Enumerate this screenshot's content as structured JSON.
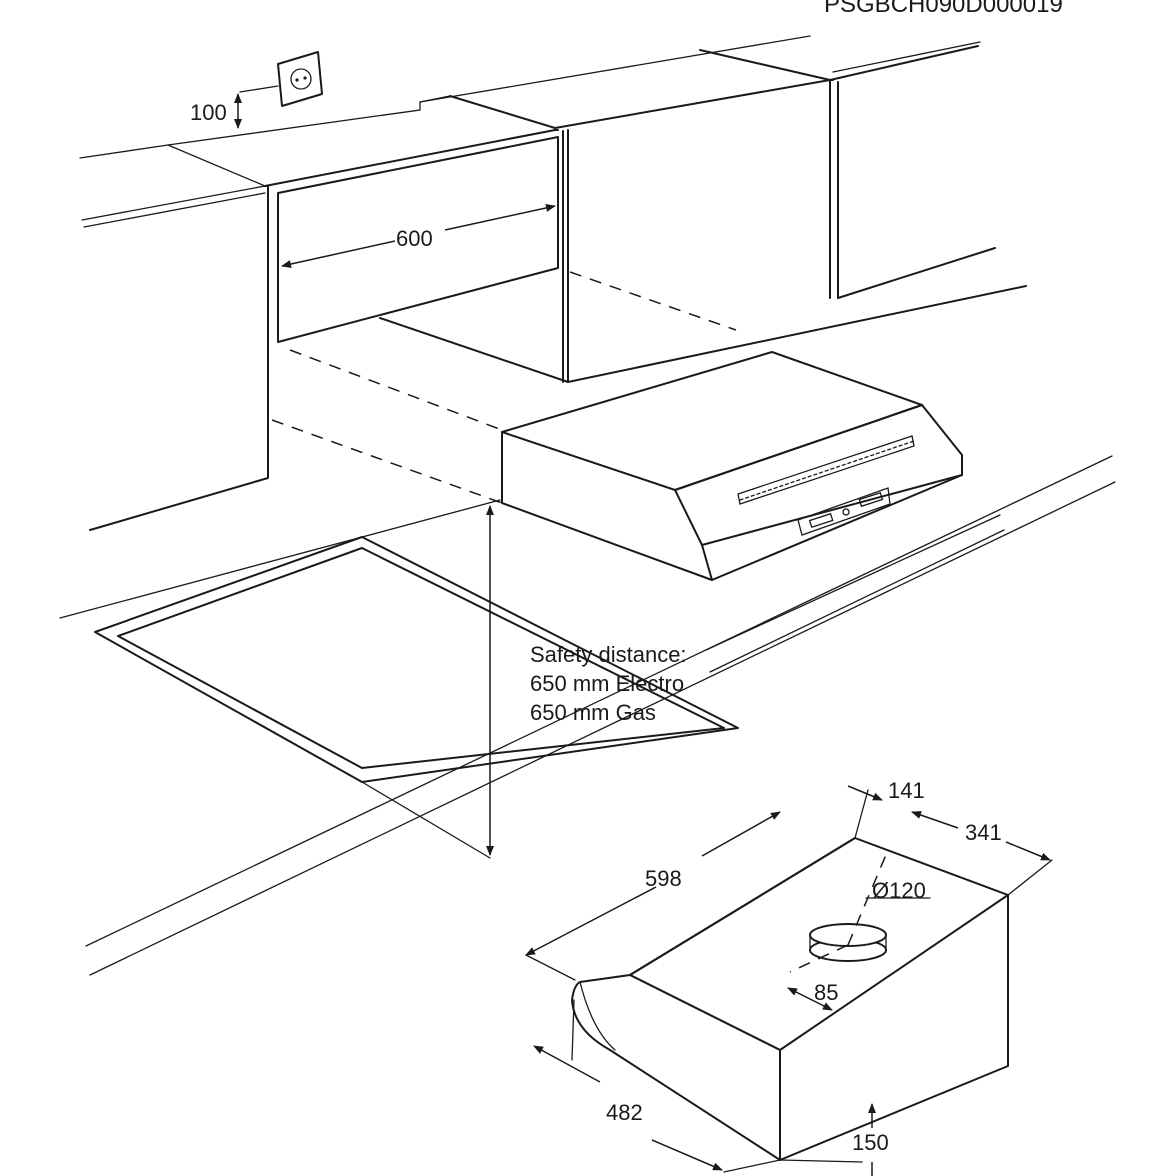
{
  "document_code": "PSGBCH090D000019",
  "dimensions": {
    "socket_height": "100",
    "cabinet_width": "600",
    "hood_depth_offset": "141",
    "hood_depth": "341",
    "hood_width": "598",
    "duct_diameter": "Ø120",
    "duct_offset": "85",
    "hood_front_width": "482",
    "hood_height": "150"
  },
  "safety_note": {
    "line1": "Safety distance:",
    "line2": "650 mm Electro",
    "line3": "650 mm Gas"
  }
}
